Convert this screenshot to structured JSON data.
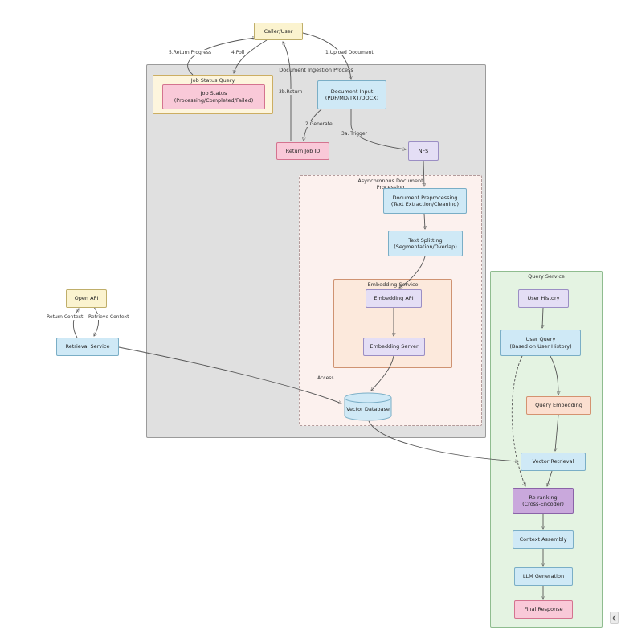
{
  "diagram": {
    "containers": {
      "document_ingestion": "Document Ingestion Process",
      "job_status_query": "Job Status Query",
      "async_processing": "Asynchronous Document\nProcessing",
      "embedding_service": "Embedding Service",
      "query_service": "Query Service"
    },
    "nodes": {
      "caller_user": "Caller/User",
      "job_status": "Job Status\n(Processing/Completed/Failed)",
      "document_input": "Document Input\n(PDF/MD/TXT/DOCX)",
      "return_job_id": "Return Job ID",
      "nfs": "NFS",
      "document_preprocessing": "Document Preprocessing\n(Text Extraction/Cleaning)",
      "text_splitting": "Text Splitting\n(Segmentation/Overlap)",
      "embedding_api": "Embedding API",
      "embedding_server": "Embedding Server",
      "vector_database": "Vector Database",
      "open_api": "Open API",
      "retrieval_service": "Retrieval Service",
      "user_history": "User History",
      "user_query": "User Query\n(Based on User History)",
      "query_embedding": "Query Embedding",
      "vector_retrieval": "Vector Retrieval",
      "re_ranking": "Re-ranking\n(Cross-Encoder)",
      "context_assembly": "Context Assembly",
      "llm_generation": "LLM Generation",
      "final_response": "Final Response"
    },
    "edge_labels": {
      "return_progress": "5.Return Progress",
      "poll": "4.Poll",
      "upload_document": "1.Upload Document",
      "generate": "2.Generate",
      "trigger": "3a. Trigger",
      "return_job": "3b.Return",
      "access": "Access",
      "return_context": "Return Context",
      "retrieve_context": "Retrieve Context"
    },
    "palette": {
      "yellow_node": "#fbf3cf",
      "pink_node": "#f9c9d8",
      "blue_node": "#cfe9f6",
      "light_purple_node": "#e4def5",
      "purple_node": "#c9a8dc",
      "peach_node": "#fbdfd0",
      "gray_container": "#e0e0e0",
      "cream_container": "#fdf5dd",
      "async_container": "#fcf1ee",
      "embedding_container": "#fce9dc",
      "green_container": "#e4f3e2"
    }
  },
  "ui": {
    "scroll_left_glyph": "❮"
  }
}
